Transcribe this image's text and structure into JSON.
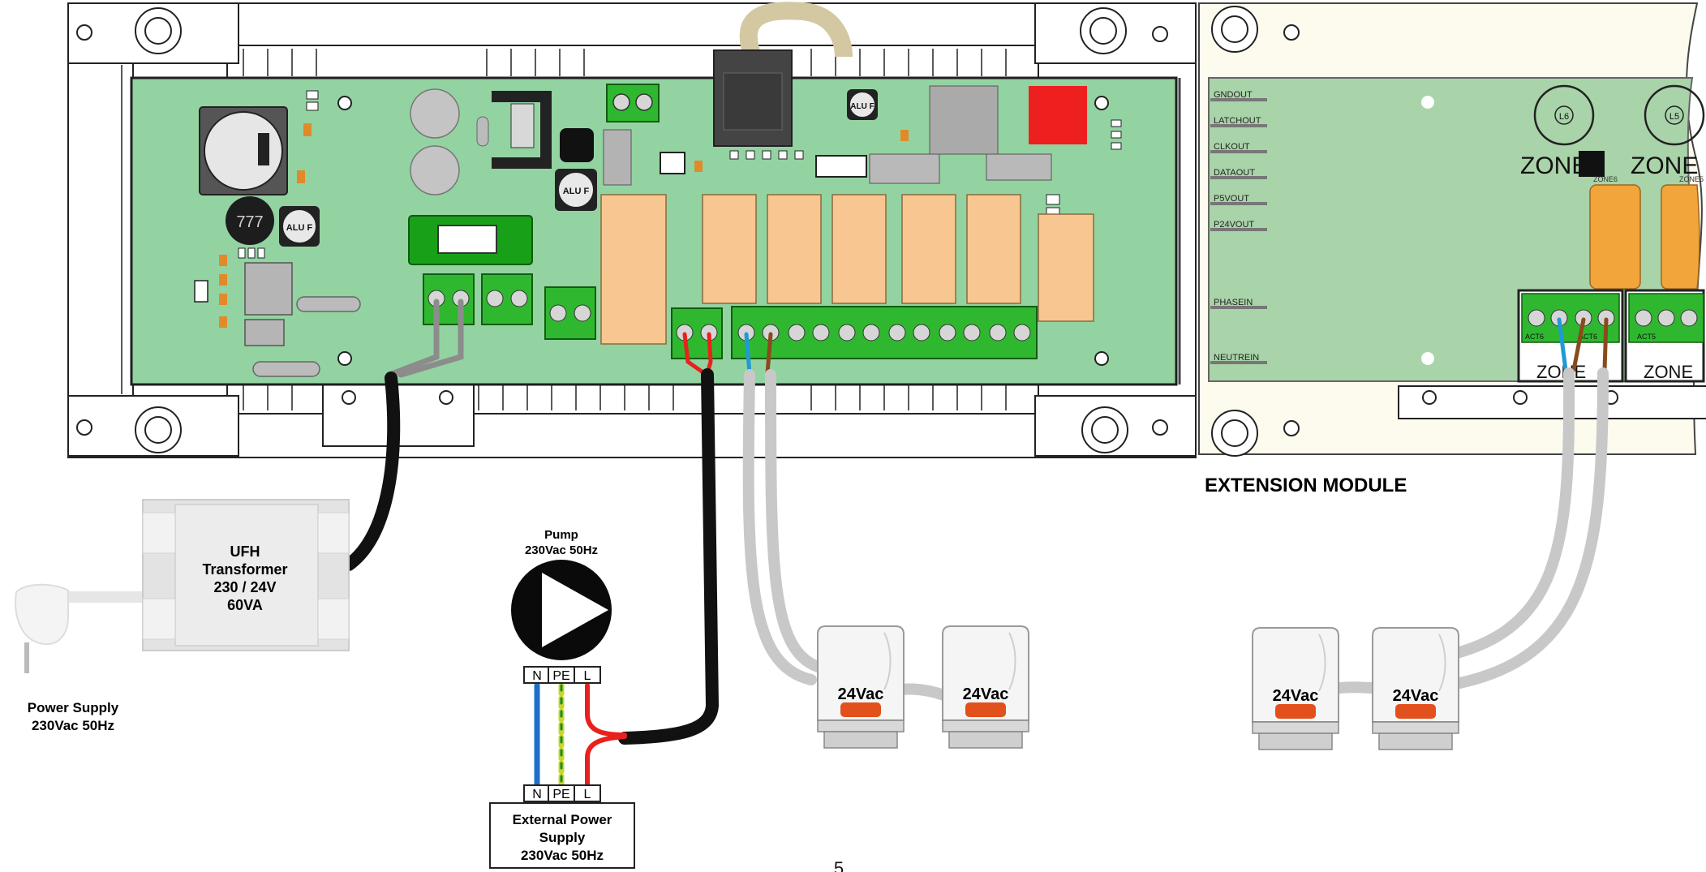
{
  "colors": {
    "board_green": "#93d3a2",
    "ext_green": "#a9d3a9",
    "relay": "#f8c690",
    "terminal_green": "#2fb82f",
    "wire_black": "#111111",
    "wire_grey": "#c8c8c8",
    "wire_red": "#e8211d",
    "wire_blue": "#1f6fc9",
    "wire_brown": "#8a4a1c",
    "wire_earth": "#c9d62b",
    "zone_relay": "#f2a53a",
    "actuator_cap": "#e2501c"
  },
  "labels": {
    "transformer": [
      "UFH",
      "Transformer",
      "230 / 24V",
      "60VA"
    ],
    "power_supply": [
      "Power Supply",
      "230Vac 50Hz"
    ],
    "pump": [
      "Pump",
      "230Vac 50Hz"
    ],
    "external_supply": [
      "External Power",
      "Supply",
      "230Vac 50Hz"
    ],
    "extension_module": "EXTENSION MODULE",
    "page_number": "5"
  },
  "pump_terminals": [
    "N",
    "PE",
    "L"
  ],
  "supply_terminals": [
    "N",
    "PE",
    "L"
  ],
  "actuators": [
    {
      "label": "24Vac"
    },
    {
      "label": "24Vac"
    },
    {
      "label": "24Vac"
    },
    {
      "label": "24Vac"
    }
  ],
  "extension_pins": [
    "GNDOUT",
    "LATCHOUT",
    "CLKOUT",
    "DATAOUT",
    "P5VOUT",
    "P24VOUT",
    "PHASEIN",
    "NEUTREIN"
  ],
  "zones": {
    "label": "ZONE",
    "led_labels": [
      "L6",
      "L5"
    ],
    "relay_labels": [
      "ZONE6",
      "ZONE5"
    ],
    "terminal_labels": [
      "ACT6",
      "ACT6",
      "ACT5"
    ]
  },
  "components": {
    "capacitor_label": "777",
    "inductor_labels": [
      "ALU F",
      "ALU F",
      "ALU F"
    ]
  }
}
